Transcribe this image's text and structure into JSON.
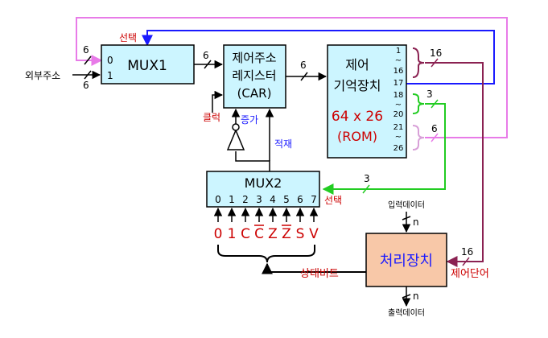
{
  "mux1": {
    "label": "MUX1",
    "input0": "0",
    "input1": "1"
  },
  "car": {
    "line1": "제어주소",
    "line2": "레지스터",
    "line3": "(CAR)"
  },
  "rom": {
    "line1": "제어",
    "line2": "기억장치",
    "line3": "64 x 26",
    "line4": "(ROM)"
  },
  "rom_bits": {
    "b1": "1",
    "b16": "16",
    "b17": "17",
    "b18": "18",
    "b20": "20",
    "b21": "21",
    "b26": "26",
    "tilde": "~"
  },
  "mux2": {
    "label": "MUX2",
    "input_numbers": [
      "0",
      "1",
      "2",
      "3",
      "4",
      "5",
      "6",
      "7"
    ],
    "input_flags": [
      "0",
      "1",
      "C",
      "C",
      "Z",
      "Z",
      "S",
      "V"
    ]
  },
  "processor": {
    "label": "처리장치",
    "input_label": "입력데이터",
    "output_label": "출력데이터"
  },
  "labels": {
    "select_top": "선택",
    "select_bottom": "선택",
    "external_address": "외부주소",
    "clock": "클럭",
    "increment": "증가",
    "load": "적재",
    "status_bits": "상태비트",
    "control_word": "제어단어"
  },
  "bus_widths": {
    "mux1_in0": "6",
    "mux1_in1": "6",
    "mux1_out": "6",
    "car_out": "6",
    "rom_bits_1_16": "16",
    "rom_bits_18_20": "3",
    "rom_bits_21_26": "6",
    "mux2_select": "3",
    "control_word": "16",
    "data_in": "n",
    "data_out": "n"
  },
  "colors": {
    "magenta_path": "#e87be8",
    "blue_path": "#1a1aff",
    "green_path": "#22cc22",
    "pink_path": "#d8a0d8",
    "control_path": "#8b2252",
    "label_red": "#cc0000",
    "label_blue": "#1a1aff",
    "box_fill": "#ccf5ff",
    "processor_fill": "#f8c8a8"
  }
}
